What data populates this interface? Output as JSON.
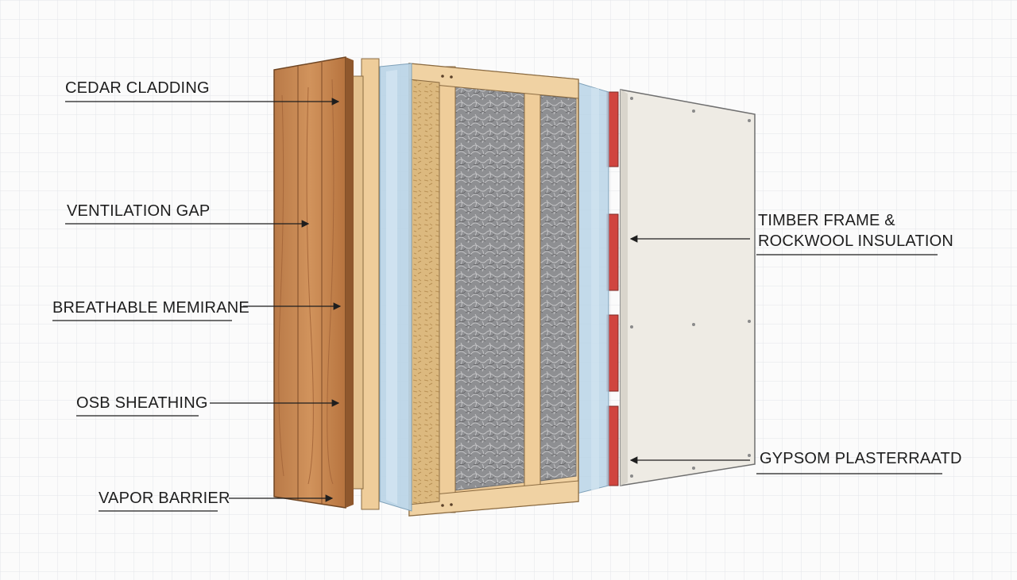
{
  "labels": {
    "cedar_cladding": "CEDAR CLADDING",
    "ventilation_gap": "VENTILATION GAP",
    "breathable_membrane": "BREATHABLE MEMIRANE",
    "osb_sheathing": "OSB SHEATHING",
    "vapor_barrier": "VAPOR BARRIER",
    "timber_frame_line1": "TIMBER FRAME &",
    "timber_frame_line2": "ROCKWOOL INSULATION",
    "gypsum": "GYPSOM PLASTERRAATD"
  },
  "colors": {
    "background": "#fbfbfb",
    "grid": "#e3e6ea",
    "cedar": "#c98a55",
    "cedar_dark": "#9a5e34",
    "timber": "#e8c592",
    "osb": "#d9b47c",
    "membrane": "#b8d3e6",
    "rockwool": "#8d8d8f",
    "red_batten": "#d0453f",
    "gypsum": "#eeebe4",
    "text": "#1e1e1e"
  }
}
